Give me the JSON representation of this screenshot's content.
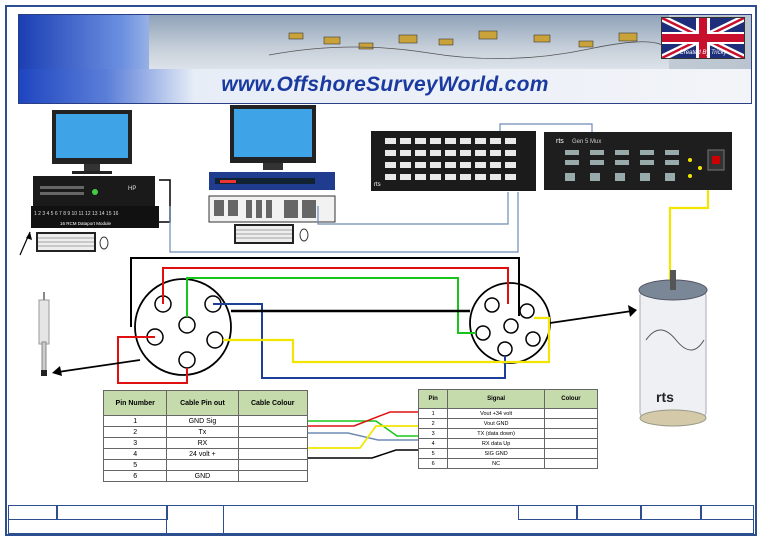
{
  "banner": {
    "url": "www.OffshoreSurveyWorld.com",
    "flag_caption": "Created By Tricky"
  },
  "computer": {
    "brand": "HP",
    "keyboard_label": "16 RCM Dataport Module"
  },
  "mux": {
    "brand": "rts",
    "title": "Gen 5 Mux"
  },
  "device": {
    "brand": "rts"
  },
  "table_left": {
    "headers": [
      "Pin Number",
      "Cable Pin out",
      "Cable Colour"
    ],
    "rows": [
      [
        "1",
        "GND Sig",
        ""
      ],
      [
        "2",
        "Tx",
        ""
      ],
      [
        "3",
        "RX",
        ""
      ],
      [
        "4",
        "24 volt +",
        ""
      ],
      [
        "5",
        "",
        ""
      ],
      [
        "6",
        "GND",
        ""
      ]
    ]
  },
  "table_right": {
    "headers": [
      "Pin",
      "Signal",
      "Colour"
    ],
    "rows": [
      [
        "1",
        "Vout +34 volt",
        ""
      ],
      [
        "2",
        "Vout GND",
        ""
      ],
      [
        "3",
        "TX (data down)",
        ""
      ],
      [
        "4",
        "RX data Up",
        ""
      ],
      [
        "5",
        "SIG GND",
        ""
      ],
      [
        "6",
        "NC",
        ""
      ]
    ]
  },
  "colors": {
    "frame": "#2d4f8f",
    "wire_red": "#e01010",
    "wire_green": "#19c51c",
    "wire_yellow": "#f2e600",
    "wire_blue": "#1d3f99",
    "wire_black": "#000000",
    "cable_grey_blue": "#6f8bb5"
  }
}
